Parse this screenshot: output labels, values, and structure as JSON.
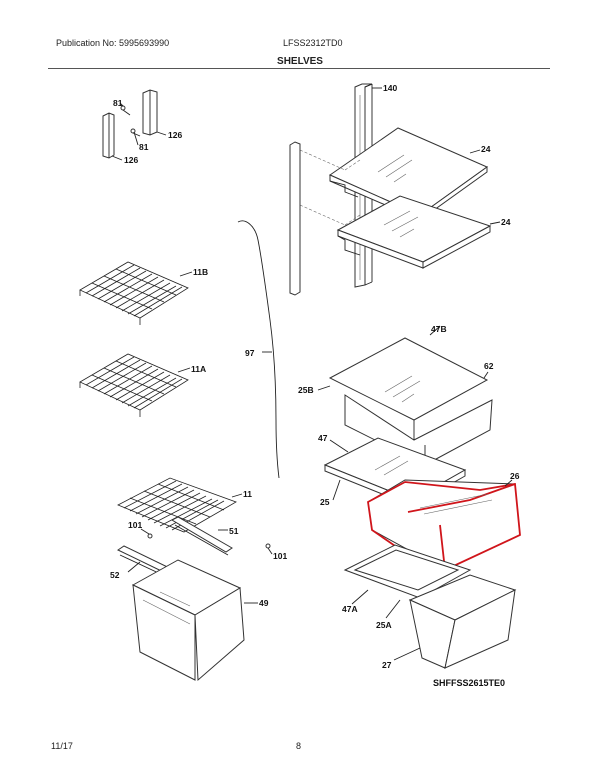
{
  "header": {
    "publication": "Publication No: 5995693990",
    "model": "LFSS2312TD0",
    "section": "SHELVES"
  },
  "callouts": {
    "c140": "140",
    "c81a": "81",
    "c126a": "126",
    "c81b": "81",
    "c126b": "126",
    "c24a": "24",
    "c24b": "24",
    "c11B": "11B",
    "c97": "97",
    "c47B": "47B",
    "c62": "62",
    "c25B": "25B",
    "c11A": "11A",
    "c47": "47",
    "c26": "26",
    "c25": "25",
    "c11": "11",
    "c101a": "101",
    "c51": "51",
    "c101b": "101",
    "c52": "52",
    "c49": "49",
    "c47A": "47A",
    "c25A": "25A",
    "c27": "27"
  },
  "diagram_code": "SHFFSS2615TE0",
  "highlight_color": "#d0151b",
  "footer": {
    "date": "11/17",
    "page": "8"
  }
}
